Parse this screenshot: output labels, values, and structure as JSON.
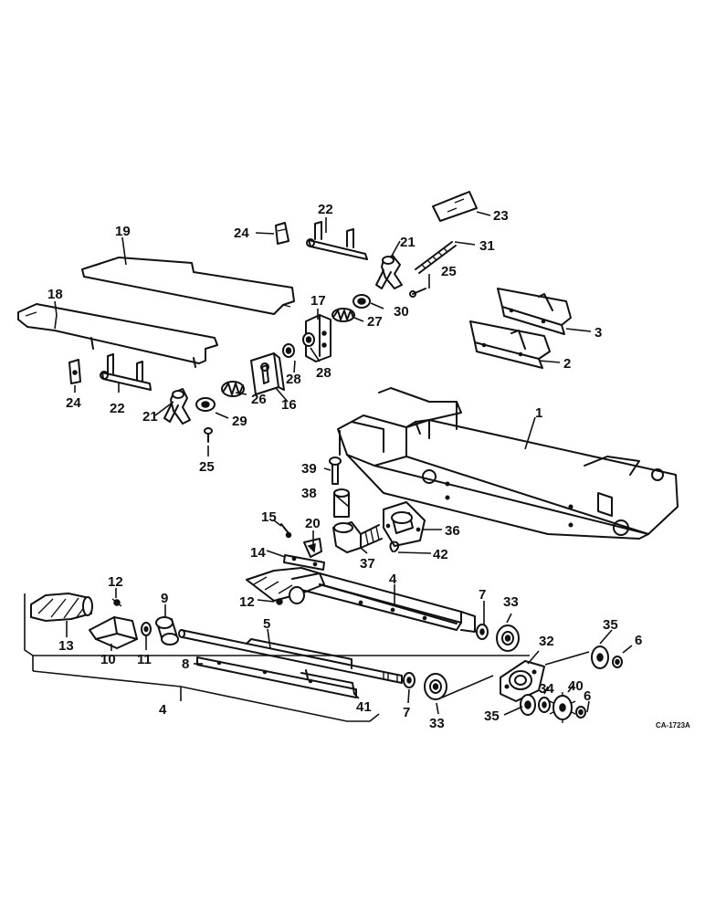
{
  "drawing_code": "CA-1723A",
  "callouts": [
    {
      "id": "c1",
      "label": "1"
    },
    {
      "id": "c2",
      "label": "2"
    },
    {
      "id": "c3",
      "label": "3"
    },
    {
      "id": "c4a",
      "label": "4"
    },
    {
      "id": "c4b",
      "label": "4"
    },
    {
      "id": "c5",
      "label": "5"
    },
    {
      "id": "c6a",
      "label": "6"
    },
    {
      "id": "c6b",
      "label": "6"
    },
    {
      "id": "c7a",
      "label": "7"
    },
    {
      "id": "c7b",
      "label": "7"
    },
    {
      "id": "c8",
      "label": "8"
    },
    {
      "id": "c9",
      "label": "9"
    },
    {
      "id": "c10",
      "label": "10"
    },
    {
      "id": "c11",
      "label": "11"
    },
    {
      "id": "c12a",
      "label": "12"
    },
    {
      "id": "c12b",
      "label": "12"
    },
    {
      "id": "c13",
      "label": "13"
    },
    {
      "id": "c14",
      "label": "14"
    },
    {
      "id": "c15",
      "label": "15"
    },
    {
      "id": "c16",
      "label": "16"
    },
    {
      "id": "c17",
      "label": "17"
    },
    {
      "id": "c18",
      "label": "18"
    },
    {
      "id": "c19",
      "label": "19"
    },
    {
      "id": "c20",
      "label": "20"
    },
    {
      "id": "c21a",
      "label": "21"
    },
    {
      "id": "c21b",
      "label": "21"
    },
    {
      "id": "c22a",
      "label": "22"
    },
    {
      "id": "c22b",
      "label": "22"
    },
    {
      "id": "c23",
      "label": "23"
    },
    {
      "id": "c24a",
      "label": "24"
    },
    {
      "id": "c24b",
      "label": "24"
    },
    {
      "id": "c25a",
      "label": "25"
    },
    {
      "id": "c25b",
      "label": "25"
    },
    {
      "id": "c26",
      "label": "26"
    },
    {
      "id": "c27",
      "label": "27"
    },
    {
      "id": "c28a",
      "label": "28"
    },
    {
      "id": "c28b",
      "label": "28"
    },
    {
      "id": "c29",
      "label": "29"
    },
    {
      "id": "c30",
      "label": "30"
    },
    {
      "id": "c31",
      "label": "31"
    },
    {
      "id": "c32",
      "label": "32"
    },
    {
      "id": "c33a",
      "label": "33"
    },
    {
      "id": "c33b",
      "label": "33"
    },
    {
      "id": "c34",
      "label": "34"
    },
    {
      "id": "c35a",
      "label": "35"
    },
    {
      "id": "c35b",
      "label": "35"
    },
    {
      "id": "c36",
      "label": "36"
    },
    {
      "id": "c37",
      "label": "37"
    },
    {
      "id": "c38",
      "label": "38"
    },
    {
      "id": "c39",
      "label": "39"
    },
    {
      "id": "c40",
      "label": "40"
    },
    {
      "id": "c41",
      "label": "41"
    },
    {
      "id": "c42",
      "label": "42"
    }
  ]
}
